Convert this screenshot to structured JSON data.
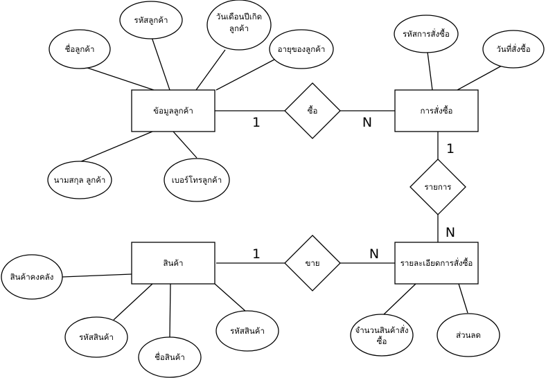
{
  "entities": {
    "customer_info": "ข้อมูลลูกค้า",
    "order": "การสั่งซื้อ",
    "order_detail": "รายละเอียดการสั่งซื้อ",
    "product": "สินค้า"
  },
  "relationships": {
    "buy": "ซื้อ",
    "items": "รายการ",
    "sell": "ขาย"
  },
  "attributes": {
    "customer_name": "ชื่อลูกค้า",
    "customer_id": "รหัสลูกค้า",
    "birthdate_l1": "วันเดือนปีเกิด",
    "birthdate_l2": "ลูกค้า",
    "customer_age": "อายุของลูกค้า",
    "customer_surname": "นามสกุล ลูกค้า",
    "customer_phone": "เบอร์โทรลูกค้า",
    "order_id": "รหัสการสั่งซื้อ",
    "order_date": "วันที่สั่งซื้อ",
    "stock": "สินค้าคงคลัง",
    "product_id_1": "รหัสสินค้า",
    "product_name": "ชื่อสินค้า",
    "product_id_2": "รหัสสินค้า",
    "order_qty_l1": "จำนวนสินค้าสั่ง",
    "order_qty_l2": "ซื้อ",
    "discount": "ส่วนลด"
  },
  "cardinalities": {
    "buy_customer": "1",
    "buy_order": "N",
    "items_order": "1",
    "items_detail": "N",
    "sell_product": "1",
    "sell_detail": "N"
  }
}
